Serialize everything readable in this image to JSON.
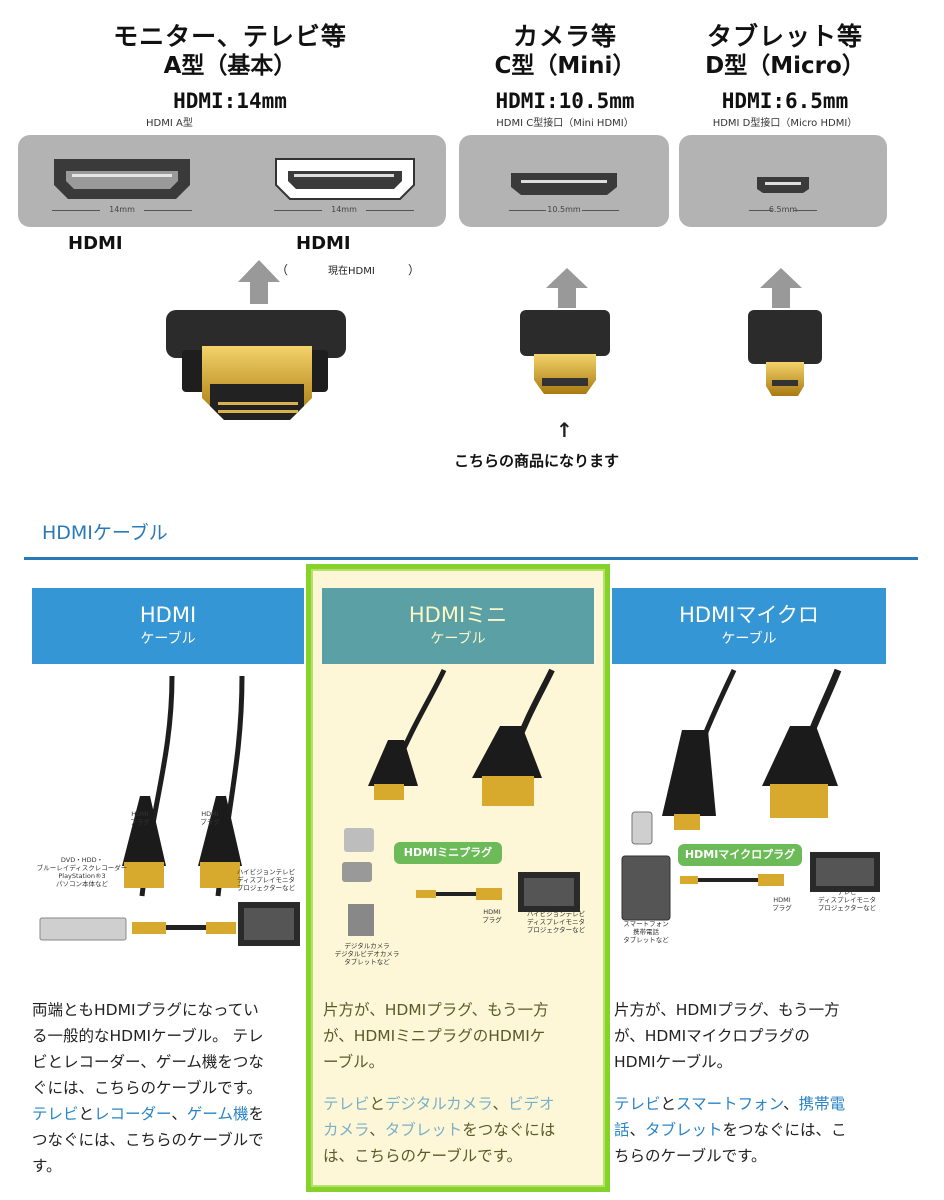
{
  "diagram": {
    "type_a": {
      "line1": "モニター、テレビ等",
      "line2": "A型（基本）",
      "line3": "HDMI:14mm",
      "caption": "HDMI A型",
      "dim1": "14mm",
      "dim2": "14mm",
      "label_left": "HDMI",
      "label_right": "HDMI",
      "label_right_sub_open": "（",
      "label_right_sub": "現在HDMI",
      "label_right_sub_close": "）"
    },
    "type_c": {
      "line1": "カメラ等",
      "line2": "C型（Mini）",
      "line3": "HDMI:10.5mm",
      "caption": "HDMI C型接口（Mini HDMI）",
      "dim": "10.5mm"
    },
    "type_d": {
      "line1": "タブレット等",
      "line2": "D型（Micro）",
      "line3": "HDMI:6.5mm",
      "caption": "HDMI D型接口（Micro HDMI）",
      "dim": "6.5mm"
    },
    "pointer": "↑",
    "note": "こちらの商品になります"
  },
  "section": {
    "title": "HDMIケーブル"
  },
  "columns": [
    {
      "title": "HDMI",
      "subtitle": "ケーブル",
      "plug_label_1": "HDMI\nプラグ",
      "plug_label_2": "HDMI\nプラグ",
      "device_left": "DVD・HDD・\nブルーレイディスクレコーダー\nPlayStation®3\nパソコン本体など",
      "device_right": "ハイビジョンテレビ\nディスプレイモニタ\nプロジェクターなど",
      "desc": [
        "両端ともHDMIプラグになってい",
        "る一般的なHDMIケーブル。 テレ",
        "ビとレコーダー、ゲーム機をつな",
        "ぐには、こちらのケーブルです。"
      ],
      "link1": "テレビ",
      "and1": "と",
      "link2": "レコーダー",
      "sep1": "、",
      "link3": "ゲーム機",
      "tail1": "を",
      "tail2": "つなぐには、こちらのケーブルで",
      "tail3": "す。"
    },
    {
      "title": "HDMIミニ",
      "subtitle": "ケーブル",
      "plug_tag": "HDMIミニプラグ",
      "plug_label": "HDMI\nプラグ",
      "device_left": "デジタルカメラ\nデジタルビデオカメラ\nタブレットなど",
      "device_right": "ハイビジョンテレビ\nディスプレイモニタ\nプロジェクターなど",
      "desc": [
        "片方が、HDMIプラグ、もう一方",
        "が、HDMIミニプラグのHDMIケ",
        "ーブル。"
      ],
      "link1": "テレビ",
      "and1": "と",
      "link2": "デジタルカメラ",
      "sep1": "、",
      "link3": "ビデオ",
      "link3b": "カメラ",
      "sep2": "、",
      "link4": "タブレット",
      "tail1": "をつなぐには",
      "tail2": "は、こちらのケーブルです。"
    },
    {
      "title": "HDMIマイクロ",
      "subtitle": "ケーブル",
      "plug_tag": "HDMIマイクロプラグ",
      "plug_label": "HDMI\nプラグ",
      "device_left": "スマートフォン\n携帯電話\nタブレットなど",
      "device_right": "テレビ\nディスプレイモニタ\nプロジェクターなど",
      "desc": [
        "片方が、HDMIプラグ、もう一方",
        "が、HDMIマイクロプラグの",
        "HDMIケーブル。"
      ],
      "link1": "テレビ",
      "and1": "と",
      "link2": "スマートフォン",
      "sep1": "、",
      "link3": "携帯電",
      "link3b": "話",
      "sep2": "、",
      "link4": "タブレット",
      "tail1": "をつなぐには、こ",
      "tail2": "ちらのケーブルです。"
    }
  ],
  "colors": {
    "accent_blue": "#3496d4",
    "mini_header": "#5aa0a4",
    "highlight_border": "#86d12a",
    "highlight_bg": "#fdf7d7",
    "link": "#2a84c6",
    "panel_gray": "#b3b3b3"
  }
}
